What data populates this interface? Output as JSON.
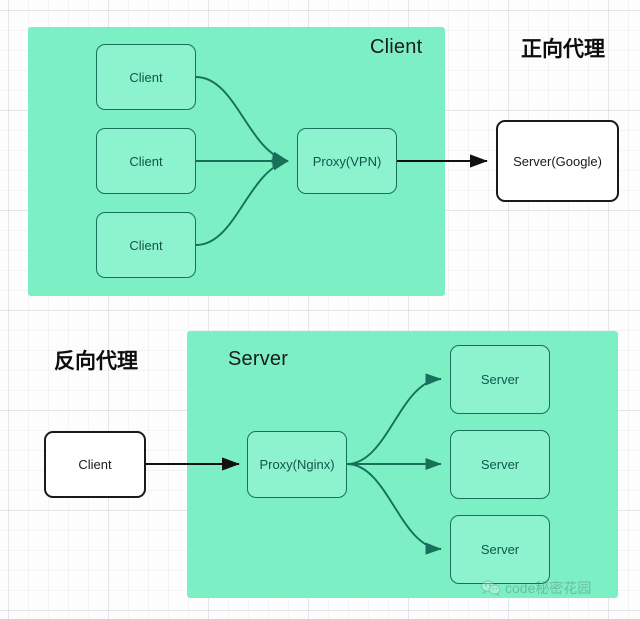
{
  "diagram": {
    "background": {
      "grid_color": "#cdd4dc",
      "page_color": "#fdfdfd"
    },
    "colors": {
      "panel_green": "#7CF0C4",
      "node_green_fill": "#8CF3CE",
      "node_green_border": "#16705A",
      "node_white_fill": "#ffffff",
      "node_white_border": "#1a1a1a",
      "edge_green": "#16705A",
      "edge_black": "#111111"
    },
    "sections": [
      {
        "id": "forward-proxy",
        "label": "正向代理",
        "panel_title": "Client",
        "nodes": [
          {
            "id": "client-1",
            "label": "Client",
            "style": "green"
          },
          {
            "id": "client-2",
            "label": "Client",
            "style": "green"
          },
          {
            "id": "client-3",
            "label": "Client",
            "style": "green"
          },
          {
            "id": "proxy-vpn",
            "label": "Proxy(VPN)",
            "style": "green"
          },
          {
            "id": "server-google",
            "label": "Server(Google)",
            "style": "white"
          }
        ],
        "edges": [
          {
            "from": "client-1",
            "to": "proxy-vpn",
            "style": "curve",
            "color": "green"
          },
          {
            "from": "client-2",
            "to": "proxy-vpn",
            "style": "straight",
            "color": "green"
          },
          {
            "from": "client-3",
            "to": "proxy-vpn",
            "style": "curve",
            "color": "green"
          },
          {
            "from": "proxy-vpn",
            "to": "server-google",
            "style": "straight",
            "color": "black"
          }
        ]
      },
      {
        "id": "reverse-proxy",
        "label": "反向代理",
        "panel_title": "Server",
        "nodes": [
          {
            "id": "client-rev",
            "label": "Client",
            "style": "white"
          },
          {
            "id": "proxy-nginx",
            "label": "Proxy(Nginx)",
            "style": "green"
          },
          {
            "id": "server-1",
            "label": "Server",
            "style": "green"
          },
          {
            "id": "server-2",
            "label": "Server",
            "style": "green"
          },
          {
            "id": "server-3",
            "label": "Server",
            "style": "green"
          }
        ],
        "edges": [
          {
            "from": "client-rev",
            "to": "proxy-nginx",
            "style": "straight",
            "color": "black"
          },
          {
            "from": "proxy-nginx",
            "to": "server-1",
            "style": "curve",
            "color": "green"
          },
          {
            "from": "proxy-nginx",
            "to": "server-2",
            "style": "straight",
            "color": "green"
          },
          {
            "from": "proxy-nginx",
            "to": "server-3",
            "style": "curve",
            "color": "green"
          }
        ]
      }
    ]
  },
  "watermark": {
    "icon": "wechat-icon",
    "text": "code秘密花园"
  }
}
